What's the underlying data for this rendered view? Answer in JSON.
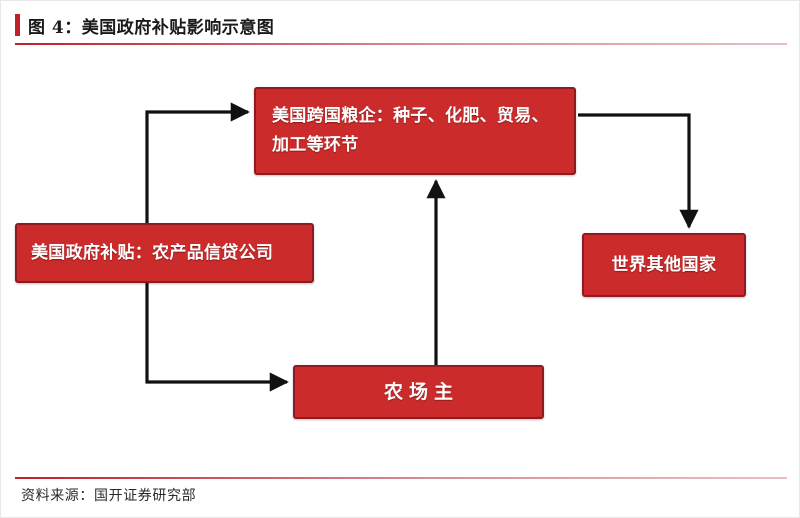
{
  "figure": {
    "title": "图 4：美国政府补贴影响示意图",
    "source": "资料来源：国开证券研究部",
    "accent_color": "#c0202a",
    "node_fill_color": "#cc2b2b",
    "node_border_color": "#8f1a22",
    "node_text_color": "#ffffff",
    "connector_color": "#111111"
  },
  "diagram": {
    "type": "flowchart",
    "nodes": [
      {
        "id": "top",
        "label": "美国跨国粮企：种子、化肥、贸易、加工等环节"
      },
      {
        "id": "left",
        "label": "美国政府补贴：农产品信贷公司"
      },
      {
        "id": "right",
        "label": "世界其他国家"
      },
      {
        "id": "bottom",
        "label": "农场主"
      }
    ],
    "edges": [
      {
        "from": "left",
        "to": "top",
        "style": "elbow-up-right"
      },
      {
        "from": "left",
        "to": "bottom",
        "style": "elbow-down-right"
      },
      {
        "from": "bottom",
        "to": "top",
        "style": "straight-up"
      },
      {
        "from": "top",
        "to": "right",
        "style": "elbow-right-down"
      }
    ]
  }
}
